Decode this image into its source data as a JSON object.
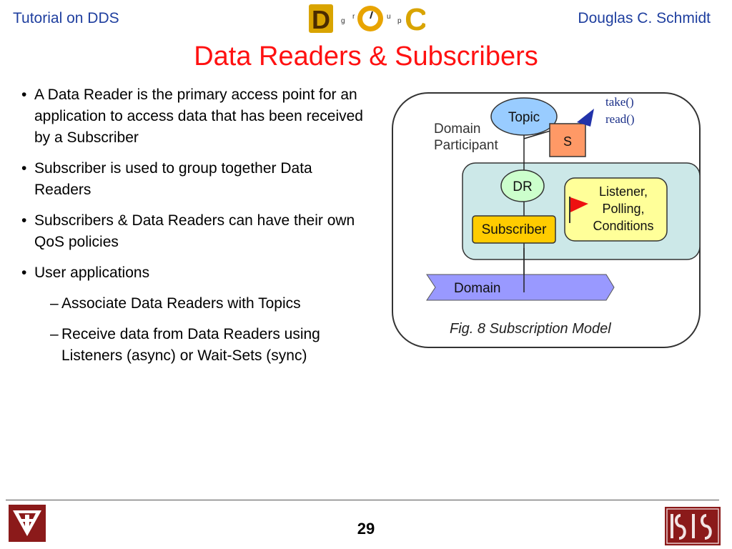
{
  "header": {
    "left": "Tutorial on DDS",
    "right": "Douglas C. Schmidt",
    "logo_letters": {
      "d": "D",
      "g": "g",
      "r": "r",
      "u": "u",
      "p": "p",
      "c": "C"
    }
  },
  "title": "Data Readers & Subscribers",
  "bullets": [
    "A Data Reader is the primary access point for an application to access data that has been received by a Subscriber",
    "Subscriber is used to group together Data Readers",
    "Subscribers & Data Readers can have their own QoS policies",
    "User applications"
  ],
  "sub_bullets": [
    "Associate Data Readers with Topics",
    "Receive data from Data Readers using Listeners (async) or Wait-Sets (sync)"
  ],
  "diagram": {
    "topic": "Topic",
    "domain_participant": [
      "Domain",
      "Participant"
    ],
    "s": "S",
    "take": "take()",
    "read": "read()",
    "dr": "DR",
    "subscriber": "Subscriber",
    "listener": [
      "Listener,",
      "Polling,",
      "Conditions"
    ],
    "domain": "Domain",
    "caption": "Fig. 8  Subscription Model"
  },
  "footer": {
    "page": "29"
  },
  "colors": {
    "header_text": "#1f3f9f",
    "title": "#ff1111",
    "topic_fill": "#99ccff",
    "s_fill": "#ff9966",
    "dr_fill": "#ccffcc",
    "subscriber_fill": "#ffcc00",
    "listener_fill": "#ffff99",
    "participant_fill": "#cce8e8",
    "domain_fill": "#9999ff",
    "maroon": "#8b1a1a"
  }
}
